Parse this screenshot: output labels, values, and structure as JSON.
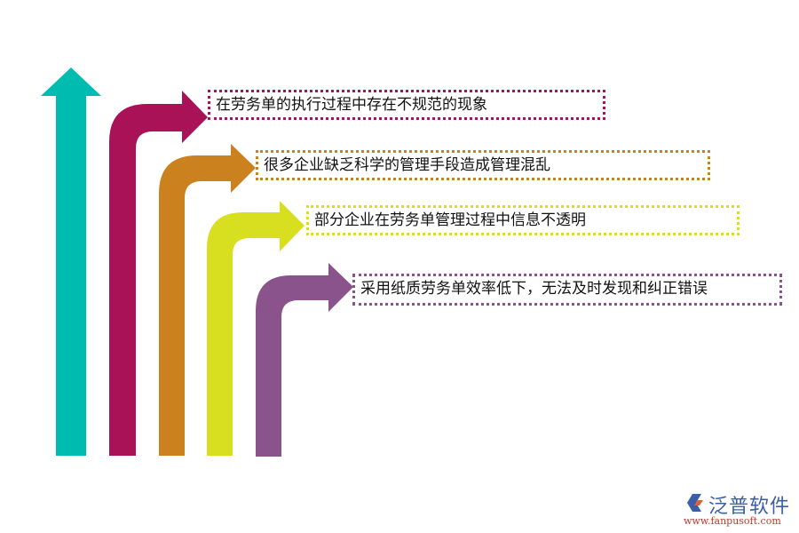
{
  "colors": {
    "teal": "#00BBB0",
    "magenta": "#AA1257",
    "orange": "#CB821E",
    "yellow": "#D8DF20",
    "purple": "#8A538C",
    "text": "#111111",
    "logo_blue": "#3A5FA8",
    "logo_red": "#C0392B"
  },
  "items": [
    {
      "text": "在劳务单的执行过程中存在不规范的现象",
      "color": "#AA1257"
    },
    {
      "text": "很多企业缺乏科学的管理手段造成管理混乱",
      "color": "#CB821E"
    },
    {
      "text": "部分企业在劳务单管理过程中信息不透明",
      "color": "#D8DF20"
    },
    {
      "text": "采用纸质劳务单效率低下，无法及时发现和纠正错误",
      "color": "#8A538C"
    }
  ],
  "logo": {
    "name": "泛普软件",
    "url": "www.fanpusoft.com"
  }
}
